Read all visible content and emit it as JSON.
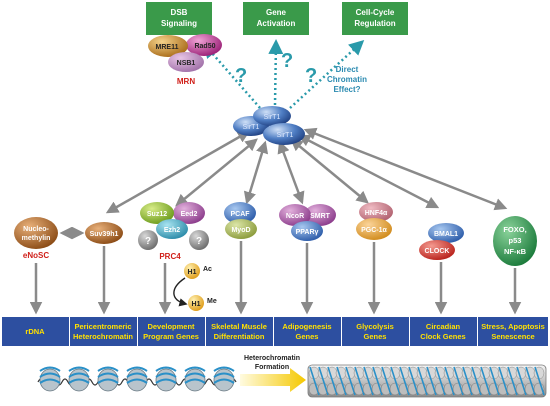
{
  "outcomes": [
    {
      "id": "dsb",
      "lines": [
        "DSB",
        "Signaling"
      ]
    },
    {
      "id": "gene-activation",
      "lines": [
        "Gene",
        "Activation"
      ]
    },
    {
      "id": "cell-cycle",
      "lines": [
        "Cell-Cycle",
        "Regulation"
      ]
    }
  ],
  "question_mark": "?",
  "direct_effect": [
    "Direct",
    "Chromatin",
    "Effect?"
  ],
  "mrn": {
    "mre11": "MRE11",
    "rad50": "Rad50",
    "nsb1": "NSB1",
    "label": "MRN"
  },
  "sirt1": "SirT1",
  "complexes": {
    "nucleomethylin": [
      "Nucleo-",
      "methylin"
    ],
    "enosc": "eNoSC",
    "suv39h1": "Suv39h1",
    "suz12": "Suz12",
    "eed2": "Eed2",
    "ezh2": "Ezh2",
    "prc4": "PRC4",
    "h1": "H1",
    "ac": "Ac",
    "me": "Me",
    "pcaf": "PCAF",
    "myod": "MyoD",
    "ncor": "NcoR",
    "smrt": "SMRT",
    "ppar": "PPARγ",
    "hnf4": "HNF4α",
    "pgc": "PGC-1α",
    "bmal1": "BMAL1",
    "clock": "CLOCK",
    "foxo": [
      "FOXO,",
      "p53",
      "NF-κB"
    ]
  },
  "categories": [
    {
      "id": "rdna",
      "lines": [
        "rDNA"
      ]
    },
    {
      "id": "pericentromeric",
      "lines": [
        "Pericentromeric",
        "Heterochromatin"
      ]
    },
    {
      "id": "development",
      "lines": [
        "Development",
        "Program Genes"
      ]
    },
    {
      "id": "skeletal-muscle",
      "lines": [
        "Skeletal Muscle",
        "Differentiation"
      ]
    },
    {
      "id": "adipogenesis",
      "lines": [
        "Adipogenesis",
        "Genes"
      ]
    },
    {
      "id": "glycolysis",
      "lines": [
        "Glycolysis",
        "Genes"
      ]
    },
    {
      "id": "circadian",
      "lines": [
        "Circadian",
        "Clock Genes"
      ]
    },
    {
      "id": "stress",
      "lines": [
        "Stress, Apoptosis",
        "Senescence"
      ]
    }
  ],
  "heterochromatin": [
    "Heterochromatin",
    "Formation"
  ],
  "colors": {
    "green_box": "#3a9a4a",
    "blue_box": "#2d4fa0",
    "category_text": "#ffe000",
    "sirt1": "#4a78c0",
    "dotted_arrow": "#2a9aaa",
    "red_label": "#d0201a",
    "gray_arrow": "#8a8a8a"
  }
}
